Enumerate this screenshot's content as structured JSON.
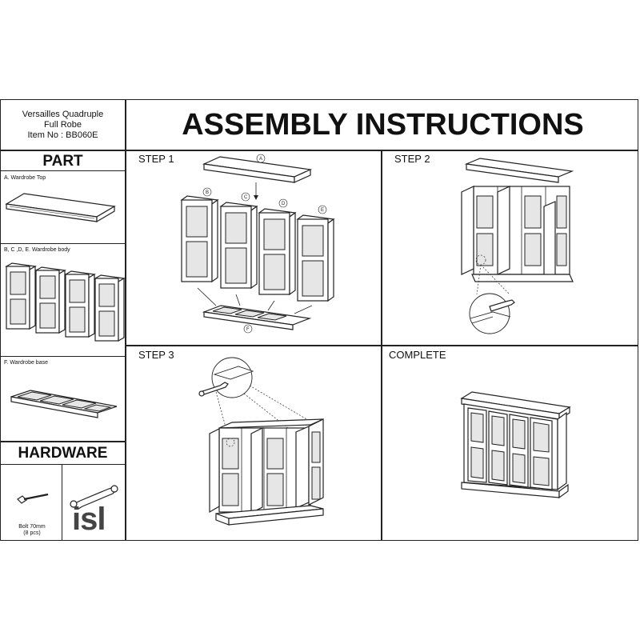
{
  "product": {
    "name": "Versailles Quadruple",
    "subtitle": "Full Robe",
    "item_no": "Item No : BB060E"
  },
  "title": "ASSEMBLY INSTRUCTIONS",
  "parts": {
    "heading": "PART",
    "items": [
      {
        "label": "A. Wardrobe Top"
      },
      {
        "label": "B, C ,D, E. Wardrobe body"
      },
      {
        "label": "F. Wardrobe base"
      }
    ]
  },
  "hardware": {
    "heading": "HARDWARE",
    "bolt_label": "Bolt 70mm",
    "bolt_qty": "(8 pcs)",
    "tool_brand": "isl"
  },
  "steps": [
    {
      "label": "STEP 1",
      "callouts": [
        "A",
        "B",
        "C",
        "D",
        "E",
        "F"
      ]
    },
    {
      "label": "STEP 2"
    },
    {
      "label": "STEP 3"
    },
    {
      "label": "COMPLETE"
    }
  ]
}
